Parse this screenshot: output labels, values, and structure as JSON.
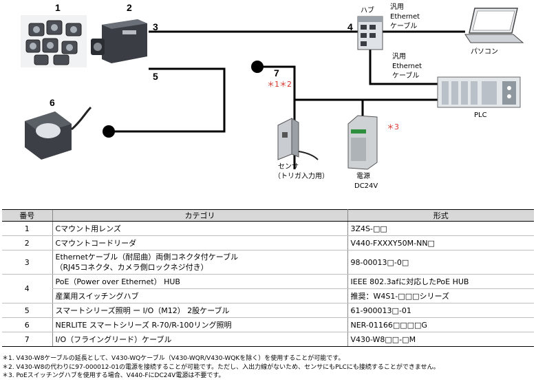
{
  "diagram": {
    "numbers": {
      "n1": "1",
      "n2": "2",
      "n3": "3",
      "n4": "4",
      "n5": "5",
      "n6": "6",
      "n7": "7"
    },
    "labels": {
      "hub": "ハブ",
      "general_ethernet_1": [
        "汎用",
        "Ethernet",
        "ケーブル"
      ],
      "general_ethernet_2": [
        "汎用",
        "Ethernet",
        "ケーブル"
      ],
      "pc": "パソコン",
      "plc": "PLC",
      "sensor": [
        "センサ",
        "（トリガ入力用）"
      ],
      "power": [
        "電源",
        "DC24V"
      ],
      "note_refs_7": "＊1＊2",
      "note_ref_power": "＊3"
    }
  },
  "table": {
    "headers": [
      "番号",
      "カテゴリ",
      "形式"
    ],
    "rows": [
      {
        "no": "1",
        "category": "Cマウント用レンズ",
        "model": "3Z4S-□□"
      },
      {
        "no": "2",
        "category": "Cマウントコードリーダ",
        "model": "V440-FXXXY50M-NN□"
      },
      {
        "no": "3",
        "category": [
          "Ethernetケーブル（耐屈曲）両側コネクタ付ケーブル",
          "（RJ45コネクタ、カメラ側ロックネジ付き）"
        ],
        "model": "98-00013□-0□"
      },
      {
        "no": "4",
        "category": "PoE（Power over Ethernet） HUB",
        "model": "IEEE 802.3afに対応したPoE HUB"
      },
      {
        "no": "",
        "category": "産業用スイッチングハブ",
        "model": "推奨：W4S1-□□□シリーズ"
      },
      {
        "no": "5",
        "category": "スマートシリーズ照明 ー I/O（M12） 2股ケーブル",
        "model": "61-900013□-01"
      },
      {
        "no": "6",
        "category": "NERLITE スマートシリーズ R-70/R-100リング照明",
        "model": "NER-01166□□□□G"
      },
      {
        "no": "7",
        "category": "I/O（フライングリード）ケーブル",
        "model": "V430-W8□□-□M"
      }
    ]
  },
  "notes": [
    "＊1. V430-W8ケーブルの延長として、V430-WQケーブル（V430-WQR/V430-WQKを除く）を使用することが可能です。",
    "＊2. V430-W8の代わりに97-000012-01の電源を接続することが可能です。ただし、入出力線がないため、センサにもPLCにも接続することができません。",
    "＊3. PoEスイッチングハブを使用する場合、V440-FにDC24V電源は不要です。"
  ]
}
